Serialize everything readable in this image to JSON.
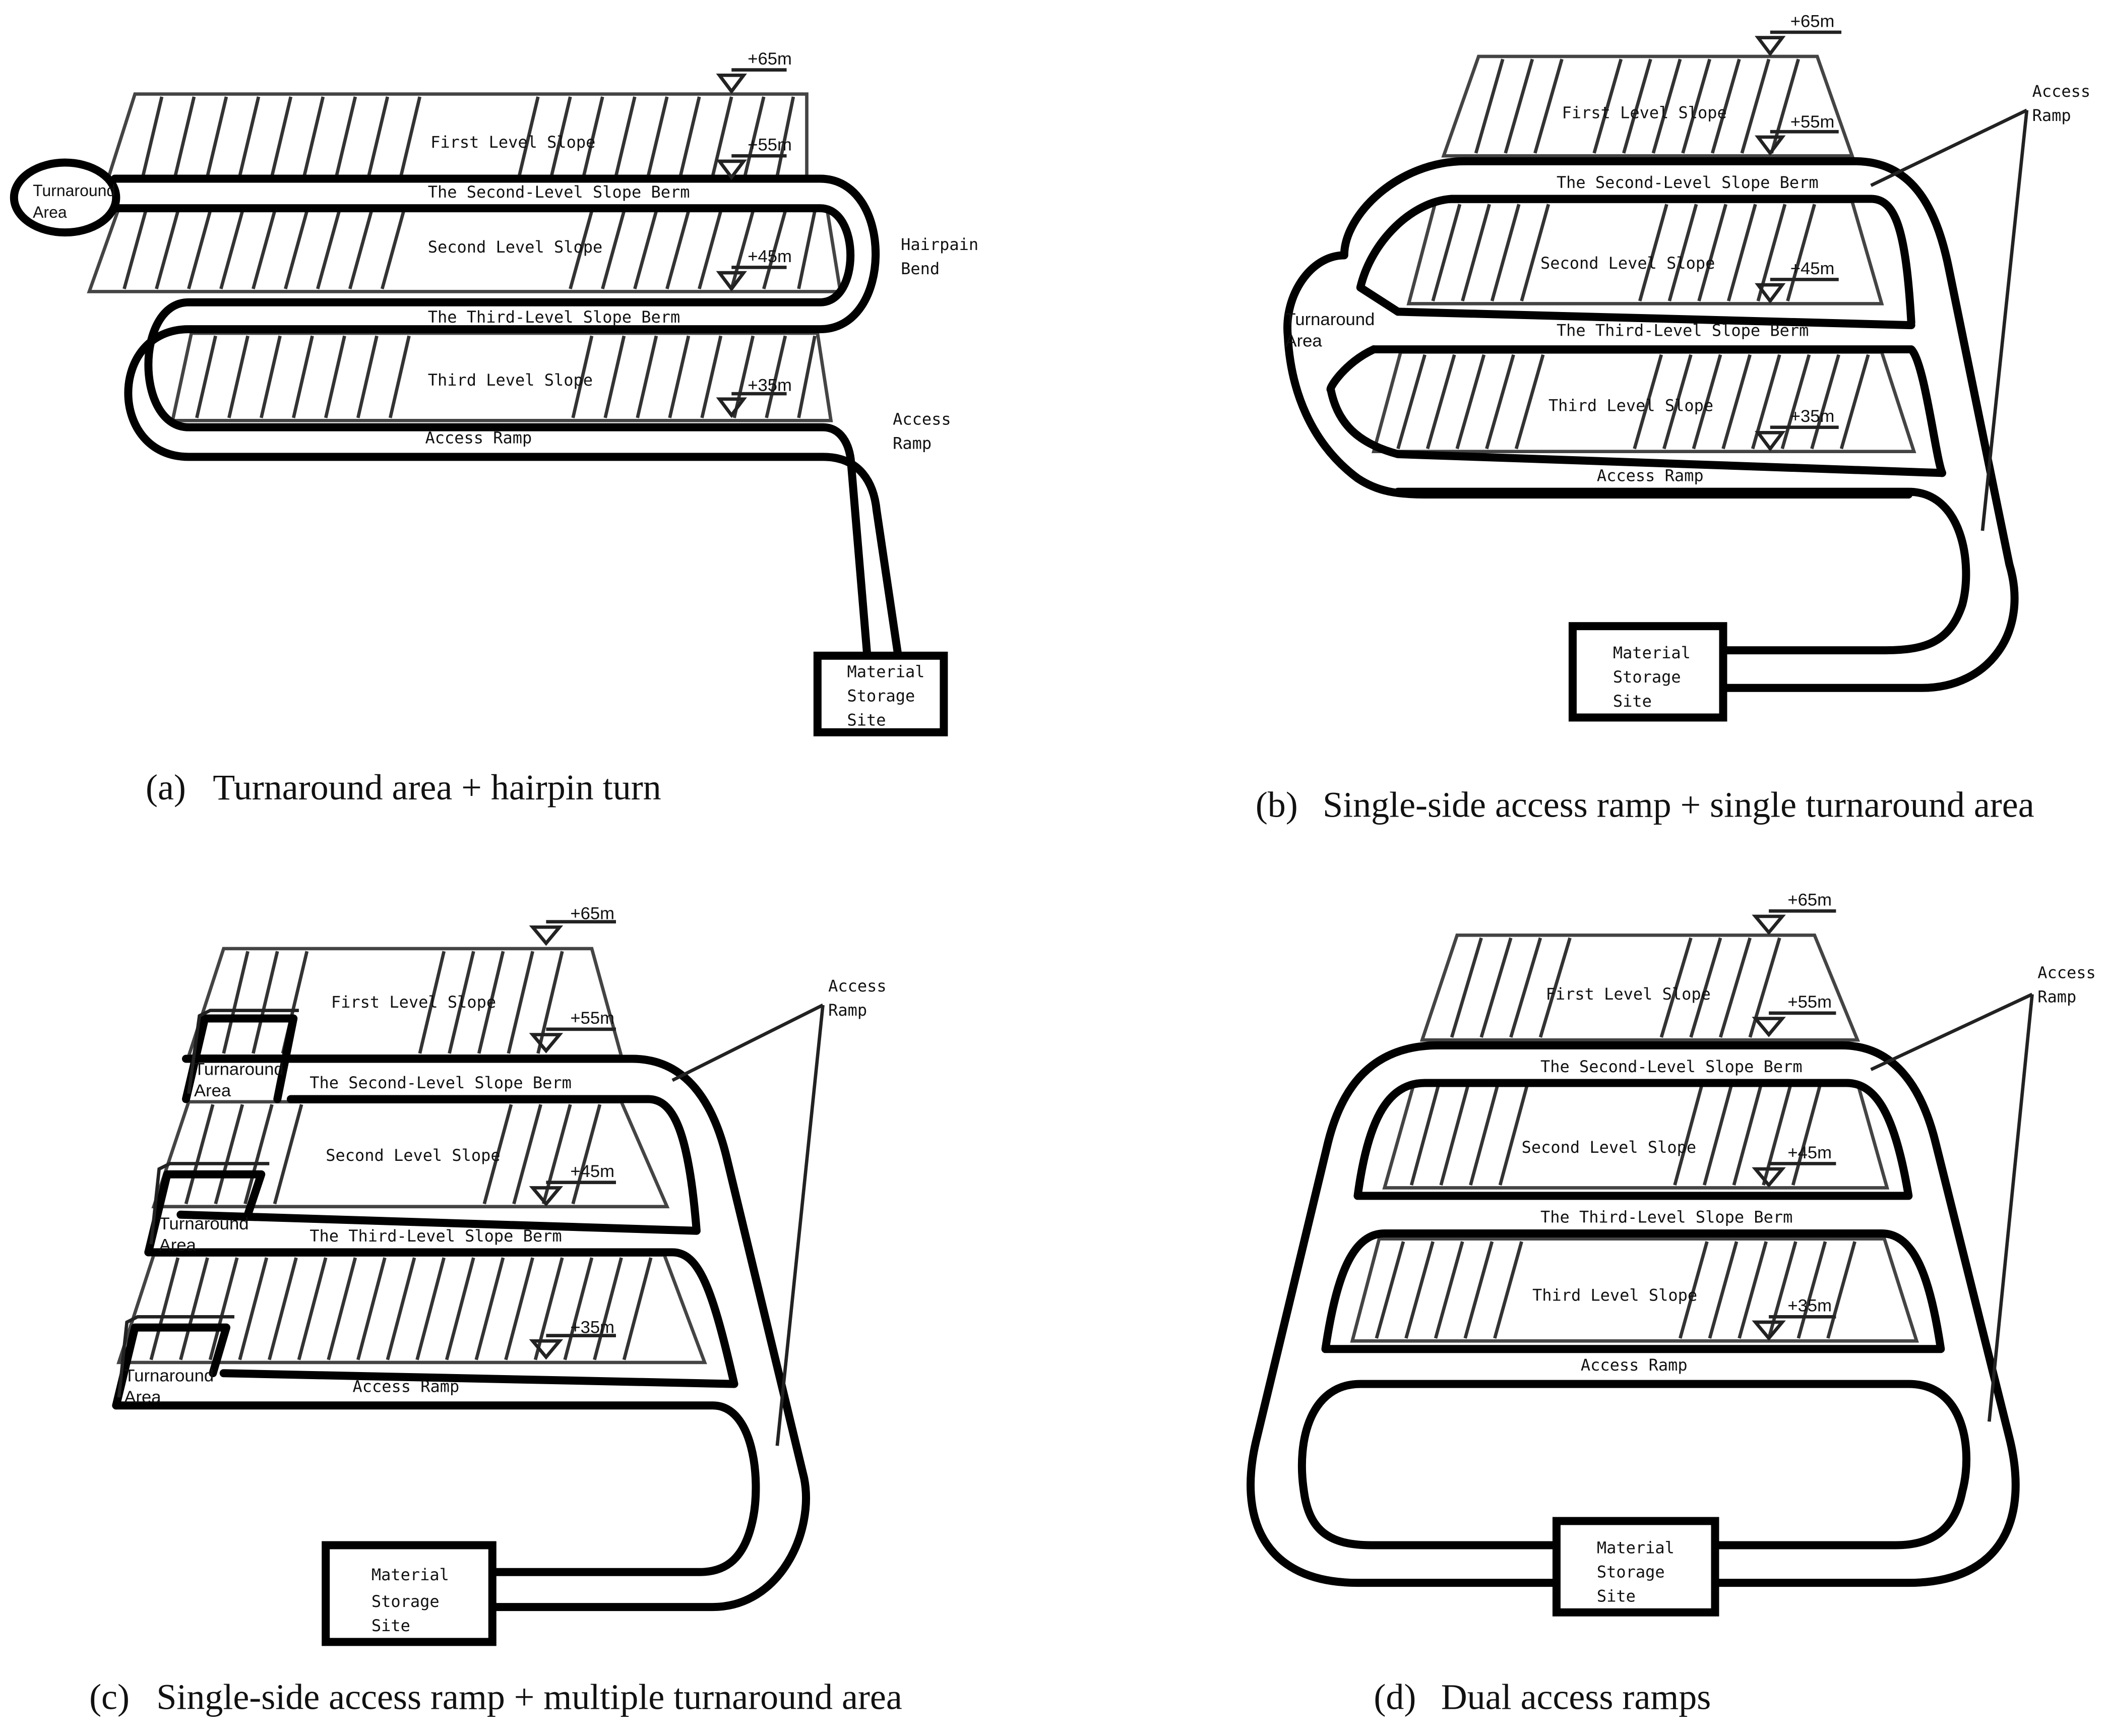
{
  "labels": {
    "first_level_slope": "First Level Slope",
    "second_level_slope": "Second Level Slope",
    "third_level_slope": "Third Level Slope",
    "second_level_berm": "The Second-Level Slope Berm",
    "third_level_berm": "The Third-Level Slope Berm",
    "access_ramp": "Access Ramp",
    "access": "Access",
    "ramp": "Ramp",
    "turnaround": "Turnaround",
    "area": "Area",
    "hairpain": "Hairpain",
    "bend": "Bend",
    "material": "Material",
    "storage": "Storage",
    "site": "Site"
  },
  "elevations": {
    "e65": "+65m",
    "e55": "+55m",
    "e45": "+45m",
    "e35": "+35m"
  },
  "captions": {
    "a_tag": "(a)",
    "a_text": "Turnaround area + hairpin turn",
    "b_tag": "(b)",
    "b_text": "Single-side access ramp + single turnaround area",
    "c_tag": "(c)",
    "c_text": "Single-side access ramp + multiple turnaround area",
    "d_tag": "(d)",
    "d_text": "Dual access ramps"
  }
}
